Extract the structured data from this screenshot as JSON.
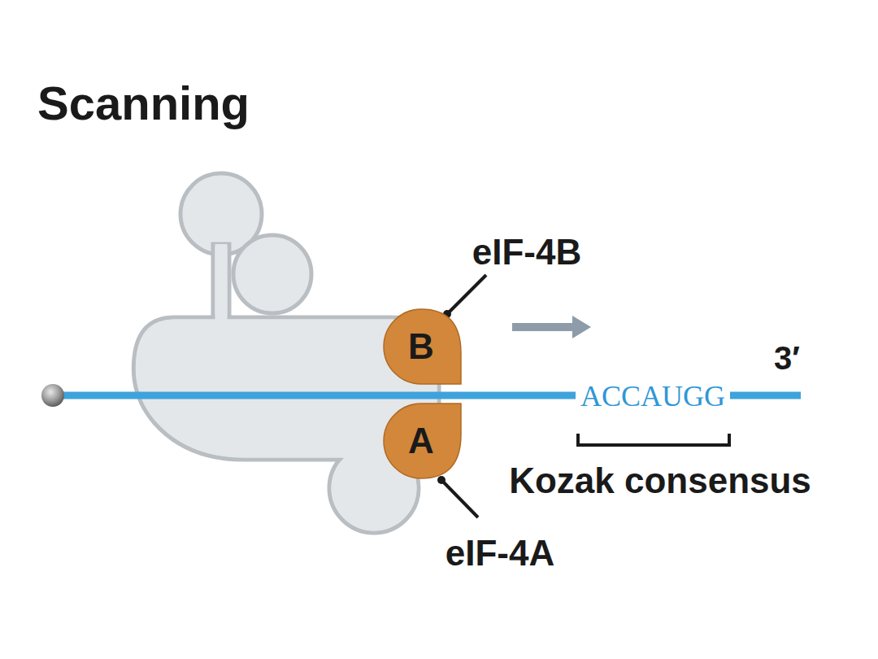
{
  "diagram": {
    "title": "Scanning",
    "nodes": [
      {
        "text": [
          "B"
        ]
      },
      {
        "text": [
          "A"
        ]
      }
    ],
    "labels": [
      "eIF-4B",
      "eIF-4A",
      "3′",
      "ACCAUGG",
      "Kozak consensus"
    ]
  }
}
